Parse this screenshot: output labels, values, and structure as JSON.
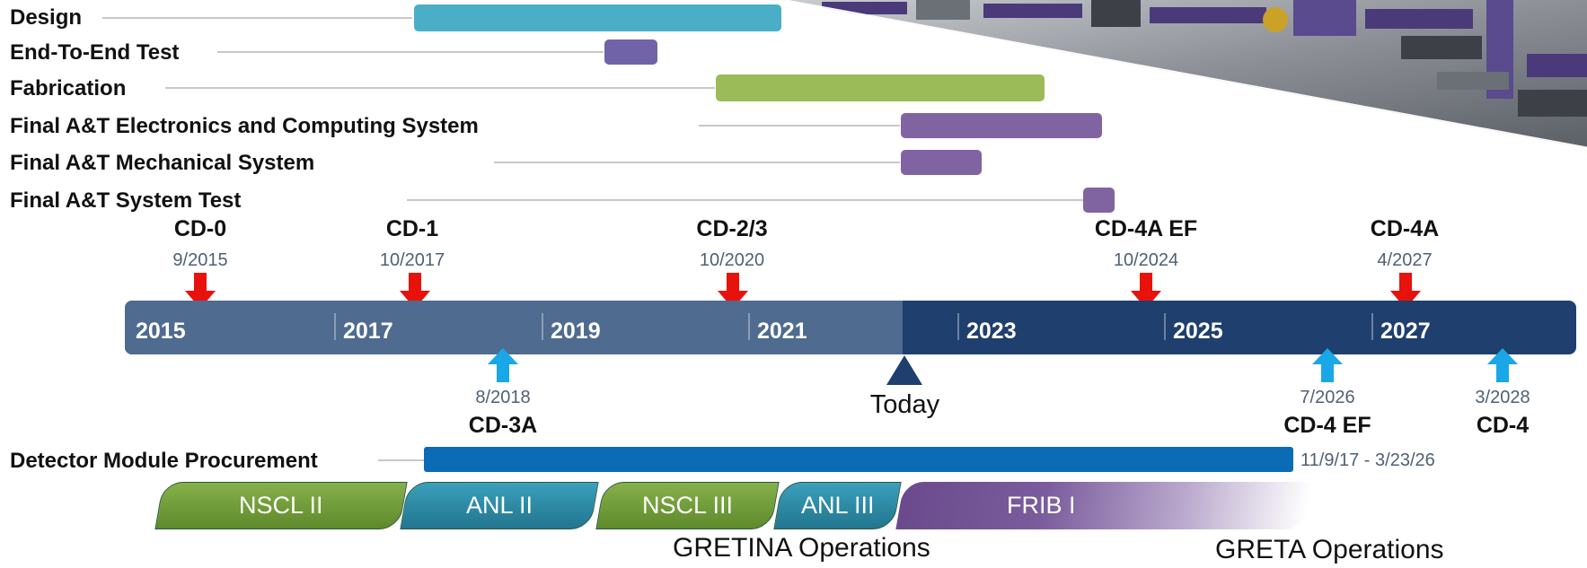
{
  "gantt": {
    "rows": [
      {
        "label": "Design",
        "color": "#4aaec6"
      },
      {
        "label": "End-To-End Test",
        "color": "#7063a8"
      },
      {
        "label": "Fabrication",
        "color": "#9bbb59"
      },
      {
        "label": "Final A&T Electronics and Computing System",
        "color": "#8064a2"
      },
      {
        "label": "Final A&T Mechanical System",
        "color": "#8064a2"
      },
      {
        "label": "Final A&T System Test",
        "color": "#8064a2"
      }
    ]
  },
  "milestones_top": [
    {
      "name": "CD-0",
      "date": "9/2015"
    },
    {
      "name": "CD-1",
      "date": "10/2017"
    },
    {
      "name": "CD-2/3",
      "date": "10/2020"
    },
    {
      "name": "CD-4A EF",
      "date": "10/2024"
    },
    {
      "name": "CD-4A",
      "date": "4/2027"
    }
  ],
  "timeline": {
    "years": [
      "2015",
      "2017",
      "2019",
      "2021",
      "2023",
      "2025",
      "2027"
    ],
    "past_color": "#4f6b8f",
    "future_color": "#1f3f6e"
  },
  "milestones_bottom": [
    {
      "name": "CD-3A",
      "date": "8/2018"
    },
    {
      "name": "CD-4 EF",
      "date": "7/2026"
    },
    {
      "name": "CD-4",
      "date": "3/2028"
    }
  ],
  "today_label": "Today",
  "procurement": {
    "label": "Detector Module Procurement",
    "range": "11/9/17 - 3/23/26",
    "color": "#0b6bb5"
  },
  "operations": {
    "blocks": [
      {
        "label": "NSCL II",
        "color": "#6f9a3a"
      },
      {
        "label": "ANL II",
        "color": "#2f8ea8"
      },
      {
        "label": "NSCL III",
        "color": "#6f9a3a"
      },
      {
        "label": "ANL III",
        "color": "#2f8ea8"
      },
      {
        "label": "FRIB I",
        "color": "#6a4a8c"
      }
    ],
    "gretina_label": "GRETINA Operations",
    "greta_label": "GRETA Operations"
  },
  "colors": {
    "milestone_red": "#e8120c",
    "milestone_blue": "#1aa7e8"
  },
  "photo": {
    "icon": "detector-array-photo"
  }
}
